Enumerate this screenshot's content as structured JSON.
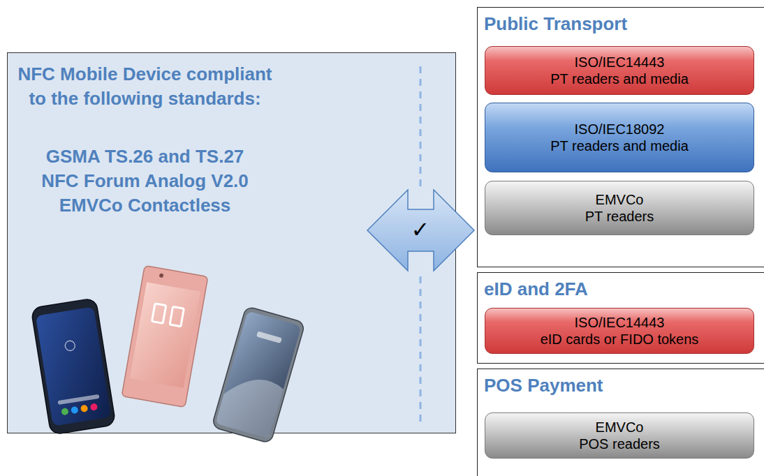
{
  "diagram": {
    "nodes": [
      {
        "text": [
          "NFC Mobile Device compliant to the following standards:",
          "GSMA TS.26 and TS.27",
          "NFC Forum Analog V2.0",
          "EMVCo Contactless"
        ]
      },
      {
        "text": [
          "Public Transport"
        ]
      },
      {
        "text": [
          "ISO/IEC14443",
          "PT readers and media"
        ],
        "in": 1
      },
      {
        "text": [
          "ISO/IEC18092",
          "PT readers and media"
        ],
        "in": 1
      },
      {
        "text": [
          "EMVCo",
          "PT readers"
        ],
        "in": 1
      },
      {
        "text": [
          "eID and 2FA"
        ]
      },
      {
        "text": [
          "ISO/IEC14443",
          "eID cards or FIDO tokens"
        ],
        "in": 5
      },
      {
        "text": [
          "POS Payment"
        ]
      },
      {
        "text": [
          "EMVCo",
          "POS readers"
        ],
        "in": 7
      }
    ],
    "labels": [
      "✓"
    ]
  }
}
